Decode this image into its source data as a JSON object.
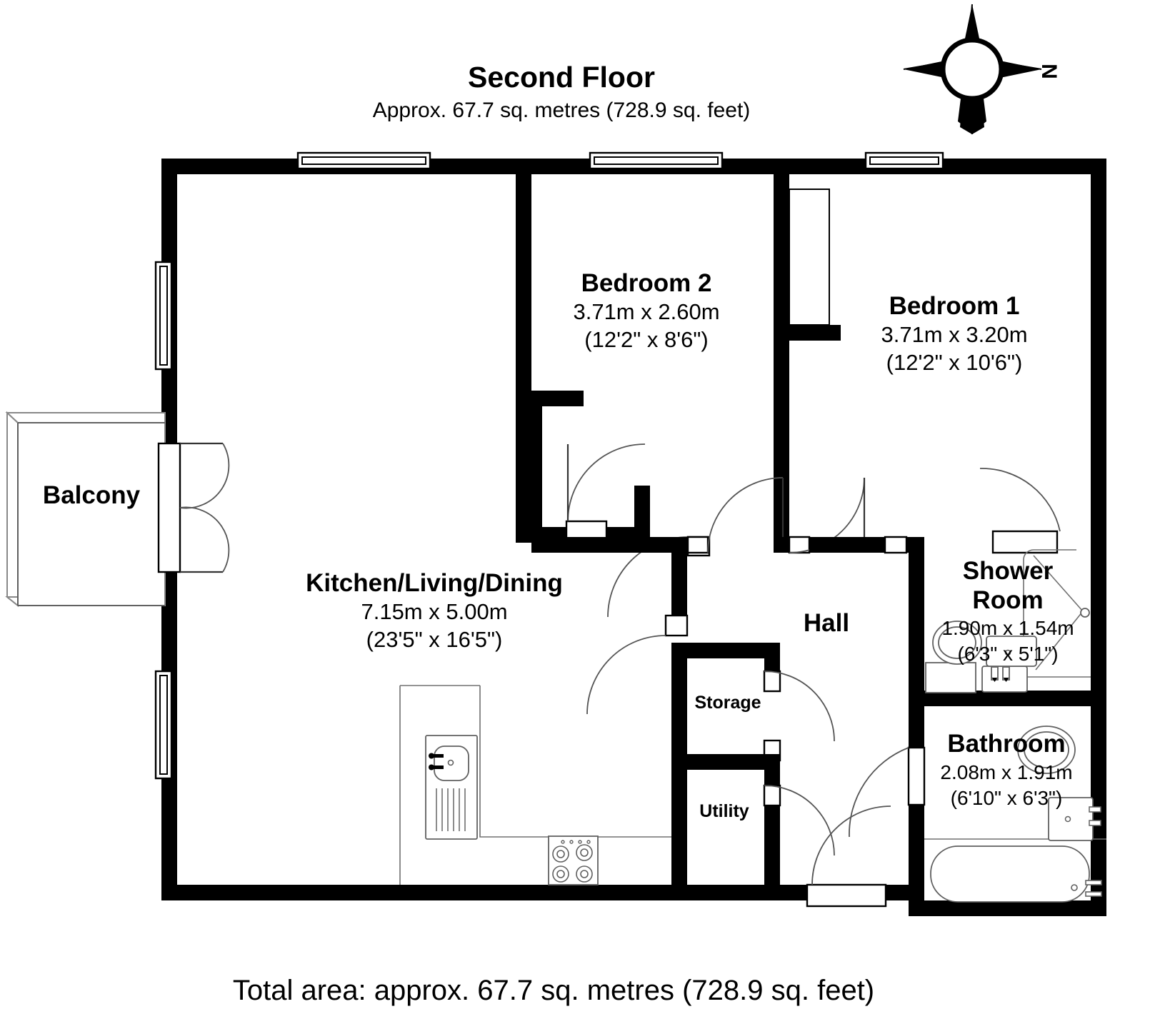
{
  "header": {
    "title": "Second Floor",
    "subtitle": "Approx. 67.7 sq. metres (728.9 sq. feet)"
  },
  "compass": {
    "label": "N",
    "icon": "compass-rose-icon"
  },
  "footer": {
    "total_area": "Total area: approx. 67.7 sq. metres (728.9 sq. feet)"
  },
  "rooms": [
    {
      "key": "bedroom2",
      "name": "Bedroom 2",
      "dim_metric": "3.71m x 2.60m",
      "dim_imperial": "(12'2\" x 8'6\")"
    },
    {
      "key": "bedroom1",
      "name": "Bedroom 1",
      "dim_metric": "3.71m x 3.20m",
      "dim_imperial": "(12'2\" x 10'6\")"
    },
    {
      "key": "kld",
      "name": "Kitchen/Living/Dining",
      "dim_metric": "7.15m x 5.00m",
      "dim_imperial": "(23'5\" x 16'5\")"
    },
    {
      "key": "shower",
      "name_line1": "Shower",
      "name_line2": "Room",
      "dim_metric": "1.90m x 1.54m",
      "dim_imperial": "(6'3\" x 5'1\")"
    },
    {
      "key": "bathroom",
      "name": "Bathroom",
      "dim_metric": "2.08m x 1.91m",
      "dim_imperial": "(6'10\" x 6'3\")"
    },
    {
      "key": "balcony",
      "name": "Balcony"
    },
    {
      "key": "hall",
      "name": "Hall"
    },
    {
      "key": "storage",
      "name": "Storage"
    },
    {
      "key": "utility",
      "name": "Utility"
    }
  ],
  "fixtures": [
    "kitchen-sink-with-drainer",
    "hob-four-burner",
    "shower-cubicle",
    "wc-shower-room",
    "basin-shower-room",
    "bathtub",
    "wc-bathroom",
    "basin-bathroom"
  ],
  "colors": {
    "wall": "#000000",
    "background": "#ffffff",
    "fixture_stroke": "#606060",
    "text": "#000000"
  }
}
